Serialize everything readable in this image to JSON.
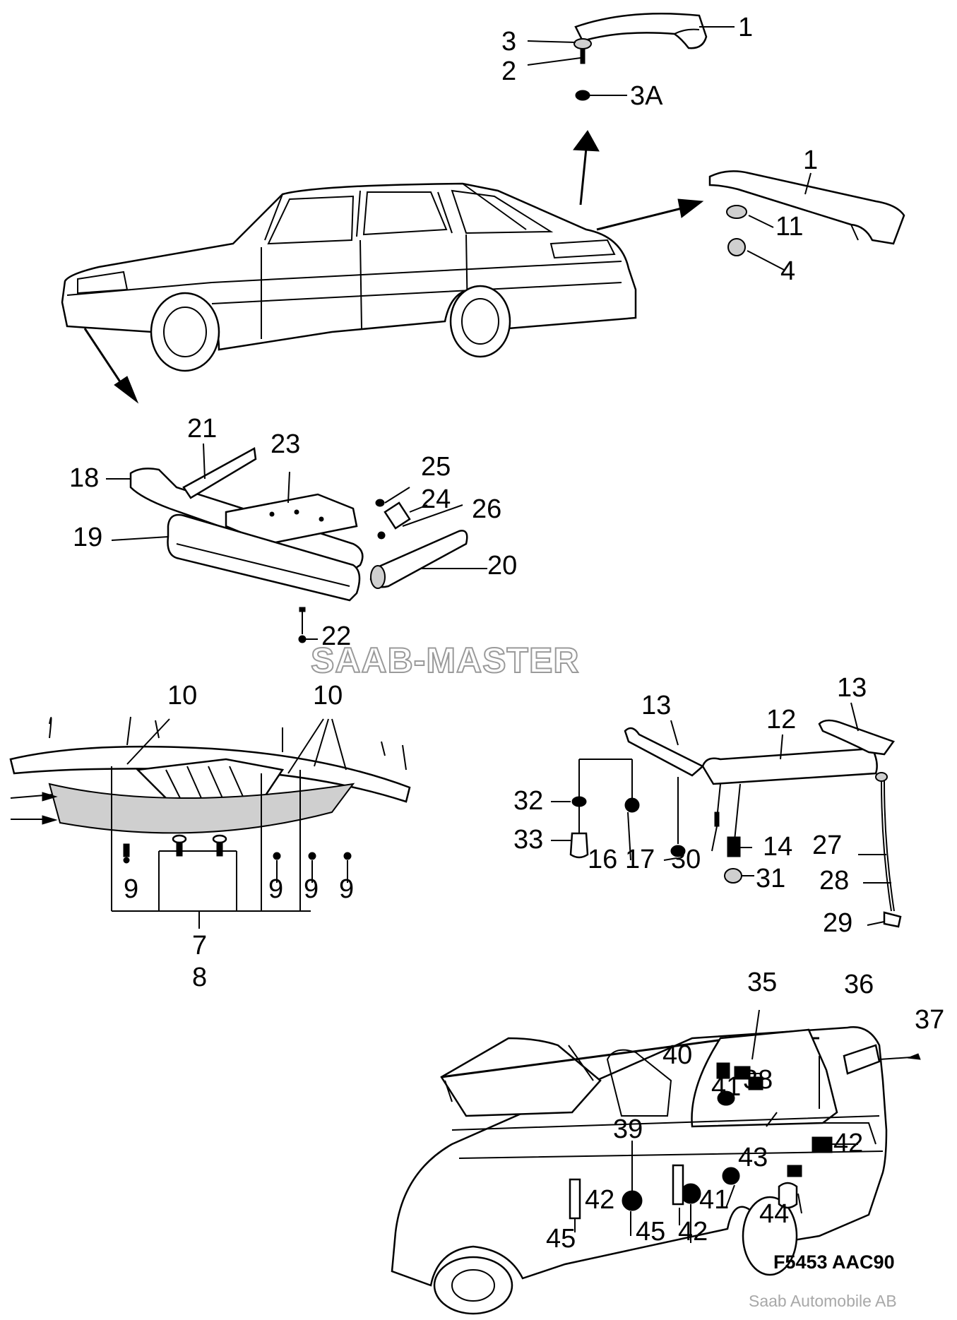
{
  "diagram": {
    "callouts": {
      "c1a": "1",
      "c3": "3",
      "c2": "2",
      "c3a": "3A",
      "c1b": "1",
      "c11": "11",
      "c4": "4",
      "c21": "21",
      "c23": "23",
      "c25": "25",
      "c18": "18",
      "c24": "24",
      "c26": "26",
      "c19": "19",
      "c20": "20",
      "c22": "22",
      "c10a": "10",
      "c10b": "10",
      "c9a": "9",
      "c9b": "9",
      "c9c": "9",
      "c9d": "9",
      "c7": "7",
      "c8": "8",
      "c13a": "13",
      "c13b": "13",
      "c12": "12",
      "c32": "32",
      "c33": "33",
      "c16": "16",
      "c17": "17",
      "c30": "30",
      "c14": "14",
      "c31": "31",
      "c27": "27",
      "c28": "28",
      "c29": "29",
      "c35": "35",
      "c36": "36",
      "c37": "37",
      "c40": "40",
      "c41a": "41",
      "c38": "38",
      "c39": "39",
      "c42a": "42",
      "c43": "43",
      "c42b": "42",
      "c41b": "41",
      "c44": "44",
      "c45a": "45",
      "c45b": "45",
      "c42c": "42"
    },
    "watermark": "SAAB-MASTER",
    "figure_code": "F5453 AAC90",
    "copyright": "Saab Automobile AB"
  }
}
